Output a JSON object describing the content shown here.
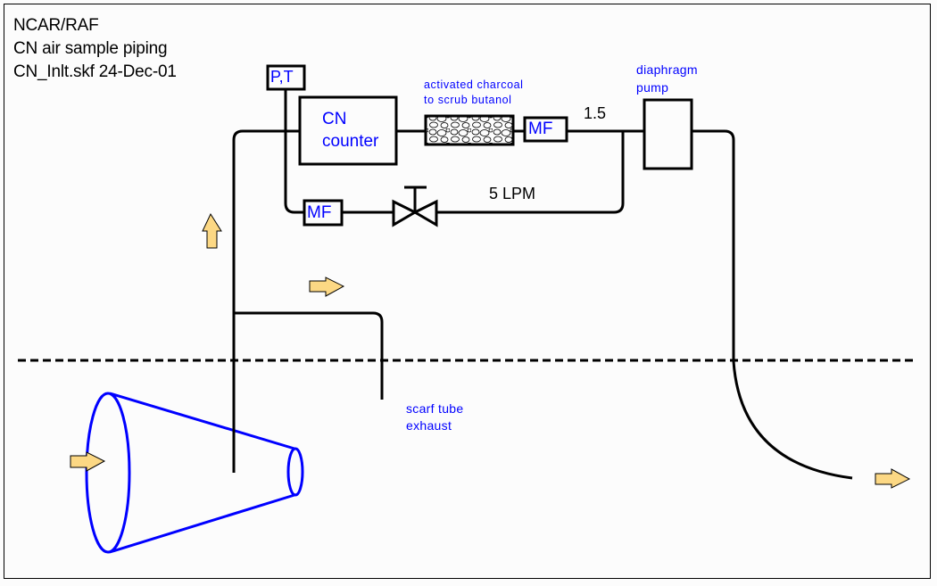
{
  "header": {
    "line1": "NCAR/RAF",
    "line2": "CN air sample piping",
    "line3": "CN_Inlt.skf 24-Dec-01"
  },
  "components": {
    "pt_sensor": "P,T",
    "cn_counter_line1": "CN",
    "cn_counter_line2": "counter",
    "mass_flow_upper": "MF",
    "mass_flow_lower": "MF",
    "charcoal_label_line1": "activated charcoal",
    "charcoal_label_line2": "to scrub butanol",
    "pump_label_line1": "diaphragm",
    "pump_label_line2": "pump",
    "flow_rate_main": "1.5",
    "flow_rate_bypass": "5 LPM",
    "exhaust_label_line1": "scarf tube",
    "exhaust_label_line2": "exhaust"
  },
  "colors": {
    "pipe": "#000000",
    "label_blue": "#0000ff",
    "inlet_blue": "#0000ff",
    "arrow_fill": "#fcd884",
    "arrow_stroke": "#000000"
  }
}
